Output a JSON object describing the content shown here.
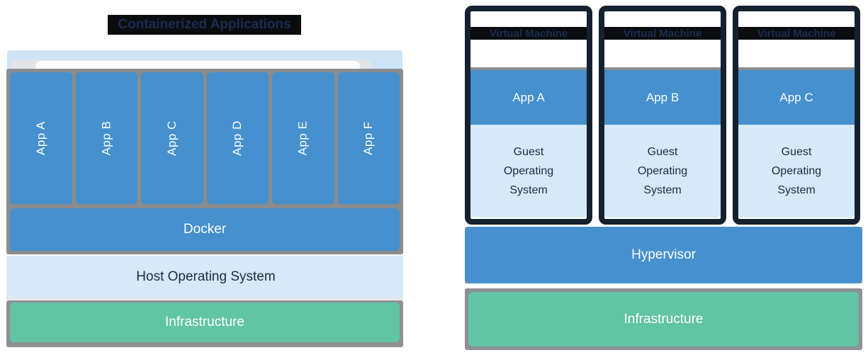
{
  "colors": {
    "blue": "#4590cd",
    "light_blue": "#d6e9f8",
    "pale_blue_strip": "#cfe4f6",
    "green": "#61c4a3",
    "gray_border": "#8a8c8f",
    "light_gray_strip": "#e2e4e8",
    "black_band": "#0b0d11",
    "vm_border": "#16212f",
    "navy_text": "#1b2b4e",
    "white_text": "#ffffff"
  },
  "left": {
    "title": "Containerized Applications",
    "apps": [
      "App A",
      "App B",
      "App C",
      "App D",
      "App E",
      "App F"
    ],
    "docker_label": "Docker",
    "host_os_label": "Host Operating System",
    "infrastructure_label": "Infrastructure"
  },
  "right": {
    "vms": [
      {
        "title": "Virtual Machine",
        "app": "App A",
        "guest_os": "Guest Operating System"
      },
      {
        "title": "Virtual Machine",
        "app": "App B",
        "guest_os": "Guest Operating System"
      },
      {
        "title": "Virtual Machine",
        "app": "App C",
        "guest_os": "Guest Operating System"
      }
    ],
    "hypervisor_label": "Hypervisor",
    "infrastructure_label": "Infrastructure"
  }
}
